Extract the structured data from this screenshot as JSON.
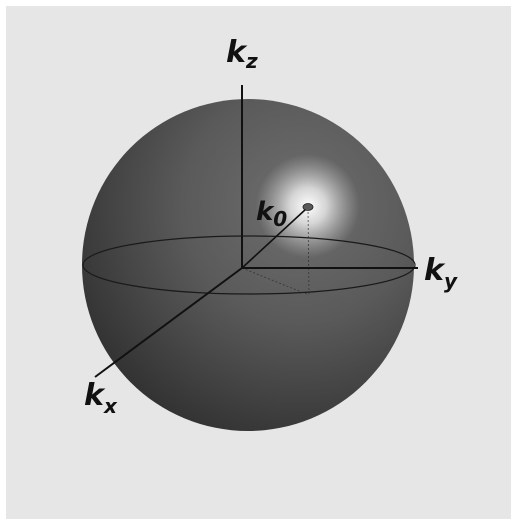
{
  "diagram": {
    "axes": {
      "z": {
        "letter": "k",
        "subscript": "z"
      },
      "y": {
        "letter": "k",
        "subscript": "y"
      },
      "x": {
        "letter": "k",
        "subscript": "x"
      }
    },
    "vector": {
      "letter": "k",
      "subscript": "0"
    }
  },
  "colors": {
    "background": "#e6e6e6",
    "sphere_dark": "#3a3a3a",
    "sphere_mid": "#5e5e5e",
    "highlight": "#f4f4f4",
    "axis_line": "#111111"
  }
}
